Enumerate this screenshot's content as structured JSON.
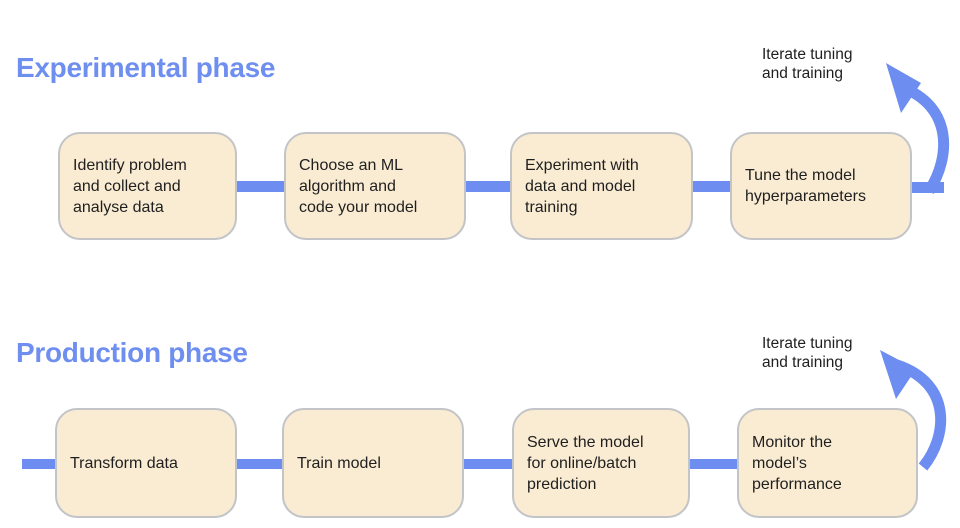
{
  "colors": {
    "accent_blue": "#6D8EF0",
    "heading_blue": "#6E8FEF",
    "box_fill": "#FAECD3",
    "box_border": "#C2C4C8",
    "text_dark": "#1F1F1F",
    "background": "#FFFFFF"
  },
  "icons": {
    "iterate_arrow": "curved-arrow-up-left"
  },
  "phases": [
    {
      "title": "Experimental phase",
      "iterate_note": [
        "Iterate tuning",
        "and training"
      ],
      "steps": [
        {
          "label": "Identify problem and collect and analyse data",
          "lines": [
            "Identify problem",
            "and collect and",
            "analyse data"
          ]
        },
        {
          "label": "Choose an ML algorithm and code your model",
          "lines": [
            "Choose an ML",
            "algorithm and",
            "code your model"
          ]
        },
        {
          "label": "Experiment with data and model training",
          "lines": [
            "Experiment with",
            "data and model",
            "training"
          ]
        },
        {
          "label": "Tune the model hyperparameters",
          "lines": [
            "Tune the model",
            "hyperparameters"
          ]
        }
      ]
    },
    {
      "title": "Production phase",
      "iterate_note": [
        "Iterate tuning",
        "and training"
      ],
      "steps": [
        {
          "label": "Transform data",
          "lines": [
            "Transform data"
          ]
        },
        {
          "label": "Train model",
          "lines": [
            "Train model"
          ]
        },
        {
          "label": "Serve the model for online/batch prediction",
          "lines": [
            "Serve the model",
            "for online/batch",
            "prediction"
          ]
        },
        {
          "label": "Monitor the model’s performance",
          "lines": [
            "Monitor the",
            "model’s",
            "performance"
          ]
        }
      ]
    }
  ]
}
